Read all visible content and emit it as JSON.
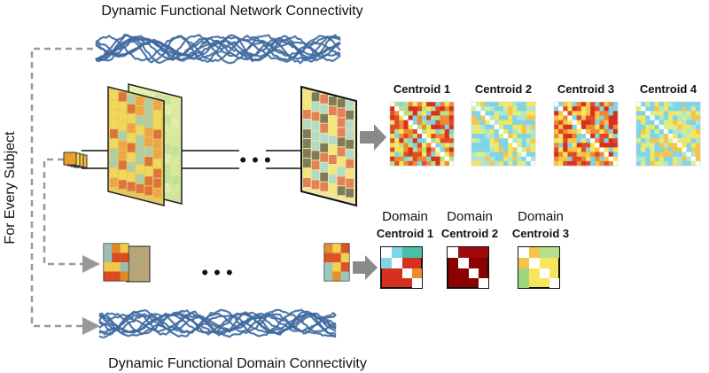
{
  "titles": {
    "top": "Dynamic Functional Network Connectivity",
    "bottom": "Dynamic Functional Domain Connectivity",
    "side": "For Every Subject"
  },
  "network_centroids": [
    "Centroid 1",
    "Centroid 2",
    "Centroid 3",
    "Centroid 4"
  ],
  "domain_centroids": [
    {
      "line1": "Domain",
      "line2": "Centroid 1"
    },
    {
      "line1": "Domain",
      "line2": "Centroid 2"
    },
    {
      "line1": "Domain",
      "line2": "Centroid 3"
    }
  ],
  "ellipsis": "• • •",
  "colors": {
    "wave": "#3f6aa0",
    "dashed": "#999999",
    "arrow": "#8a8a8a",
    "red": "#d7301f",
    "yellow": "#f5e65a",
    "cyan": "#7fd4e8",
    "dark_red": "#8b0000"
  }
}
